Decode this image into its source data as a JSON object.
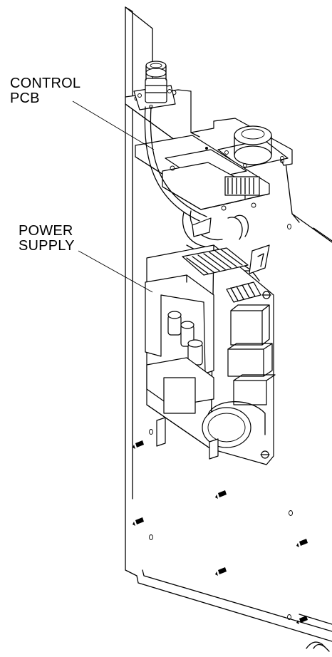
{
  "callouts": {
    "control_pcb": {
      "line1": "CONTROL",
      "line2": "PCB"
    },
    "power_supply": {
      "line1": "POWER",
      "line2": "SUPPLY"
    }
  },
  "colors": {
    "ink": "#000000",
    "paper": "#ffffff"
  }
}
